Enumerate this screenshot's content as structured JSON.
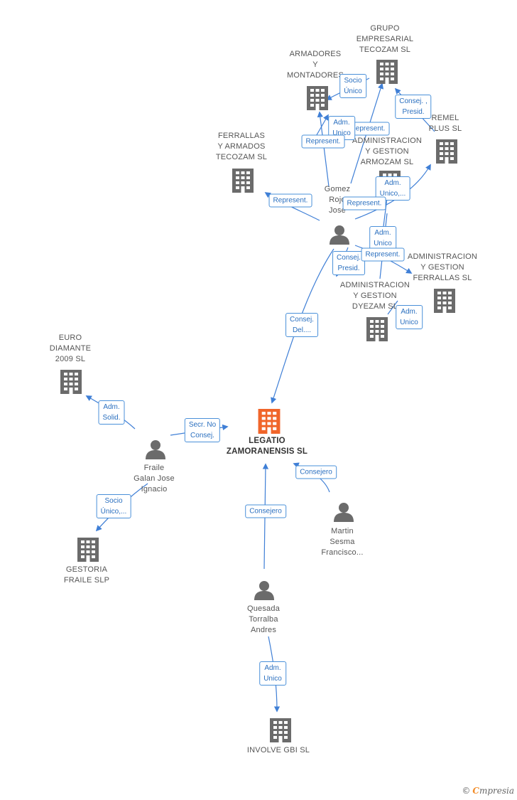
{
  "colors": {
    "edge": "#3f7fd6",
    "building": "#6b6b6b",
    "building_center": "#f0652a",
    "person": "#6b6b6b"
  },
  "nodes": {
    "grupo": {
      "label": "GRUPO\nEMPRESARIAL\nTECOZAM  SL",
      "icon": "building-icon"
    },
    "armadores": {
      "label": "ARMADORES\nY\nMONTADORES",
      "icon": "building-icon"
    },
    "ferrallas": {
      "label": "FERRALLAS\nY ARMADOS\nTECOZAM SL",
      "icon": "building-icon"
    },
    "remel": {
      "label": "REMEL\nPLUS SL",
      "icon": "building-icon"
    },
    "armozam": {
      "label": "ADMINISTRACION\nY GESTION\nARMOZAM SL",
      "icon": "building-icon"
    },
    "gomez": {
      "label": "Gomez\nRojo\nJose",
      "icon": "person-icon"
    },
    "agferr": {
      "label": "ADMINISTRACION\nY GESTION\nFERRALLAS SL",
      "icon": "building-icon"
    },
    "dyezam": {
      "label": "ADMINISTRACION\nY GESTION\nDYEZAM SL",
      "icon": "building-icon"
    },
    "euro": {
      "label": "EURO\nDIAMANTE\n2009 SL",
      "icon": "building-icon"
    },
    "legatio": {
      "label": "LEGATIO\nZAMORANENSIS SL",
      "icon": "building-icon"
    },
    "fraile": {
      "label": "Fraile\nGalan Jose\nIgnacio",
      "icon": "person-icon"
    },
    "martin": {
      "label": "Martin\nSesma\nFrancisco...",
      "icon": "person-icon"
    },
    "gestoria": {
      "label": "GESTORIA\nFRAILE SLP",
      "icon": "building-icon"
    },
    "quesada": {
      "label": "Quesada\nTorralba\nAndres",
      "icon": "person-icon"
    },
    "involve": {
      "label": "INVOLVE GBI SL",
      "icon": "building-icon"
    }
  },
  "edge_labels": {
    "socio_unico_armadores": "Socio\nÚnico",
    "consej_presid_remel": "Consej. ,\nPresid.",
    "adm_unico_armadores": "Adm.\nUnico",
    "represent_grupo": "Represent.",
    "represent_ferrallas_armadores": "Represent.",
    "represent_ferrallas": "Represent.",
    "adm_unico_armozam": "Adm.\nUnico,...",
    "represent_armozam": "Represent.",
    "adm_unico_agferr": "Adm.\nUnico",
    "consej_presid_dyezam": "Consej.\nPresid.",
    "represent_agferr": "Represent.",
    "adm_unico_dyezam": "Adm.\nUnico",
    "consej_del": "Consej.\nDel....",
    "adm_solid": "Adm.\nSolid.",
    "secr_no_consej": "Secr.  No\nConsej.",
    "socio_unico_gestoria": "Socio\nÚnico,...",
    "consejero_quesada": "Consejero",
    "consejero_martin": "Consejero",
    "adm_unico_involve": "Adm.\nUnico"
  },
  "footer": {
    "copyright": "©",
    "brand_initial": "C",
    "brand_rest": "mpresia"
  }
}
